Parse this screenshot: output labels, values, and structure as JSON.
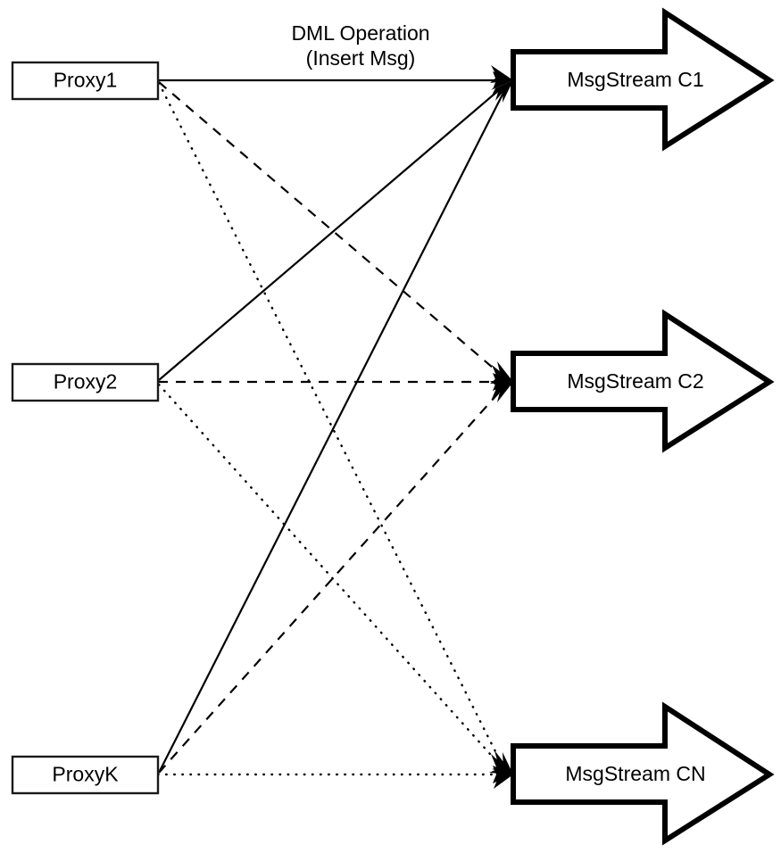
{
  "diagram": {
    "title": "Proxy to MsgStream DML fan-out",
    "background_color": "#ffffff",
    "line_color": "#000000",
    "box_fill": "#ffffff",
    "box_stroke": "#1a1a1a"
  },
  "proxies": [
    {
      "id": "proxy1",
      "label": "Proxy1"
    },
    {
      "id": "proxy2",
      "label": "Proxy2"
    },
    {
      "id": "proxyK",
      "label": "ProxyK"
    }
  ],
  "streams": [
    {
      "id": "c1",
      "label": "MsgStream C1"
    },
    {
      "id": "c2",
      "label": "MsgStream C2"
    },
    {
      "id": "cn",
      "label": "MsgStream CN"
    }
  ],
  "annotations": {
    "dml_line1": "DML Operation",
    "dml_line2": "(Insert Msg)"
  },
  "edges": [
    {
      "from": "proxy1",
      "to": "c1",
      "style": "solid"
    },
    {
      "from": "proxy1",
      "to": "c2",
      "style": "dashed"
    },
    {
      "from": "proxy1",
      "to": "cn",
      "style": "dotted"
    },
    {
      "from": "proxy2",
      "to": "c1",
      "style": "solid"
    },
    {
      "from": "proxy2",
      "to": "c2",
      "style": "dashed"
    },
    {
      "from": "proxy2",
      "to": "cn",
      "style": "dotted"
    },
    {
      "from": "proxyK",
      "to": "c1",
      "style": "solid"
    },
    {
      "from": "proxyK",
      "to": "c2",
      "style": "dashed"
    },
    {
      "from": "proxyK",
      "to": "cn",
      "style": "dotted"
    }
  ]
}
